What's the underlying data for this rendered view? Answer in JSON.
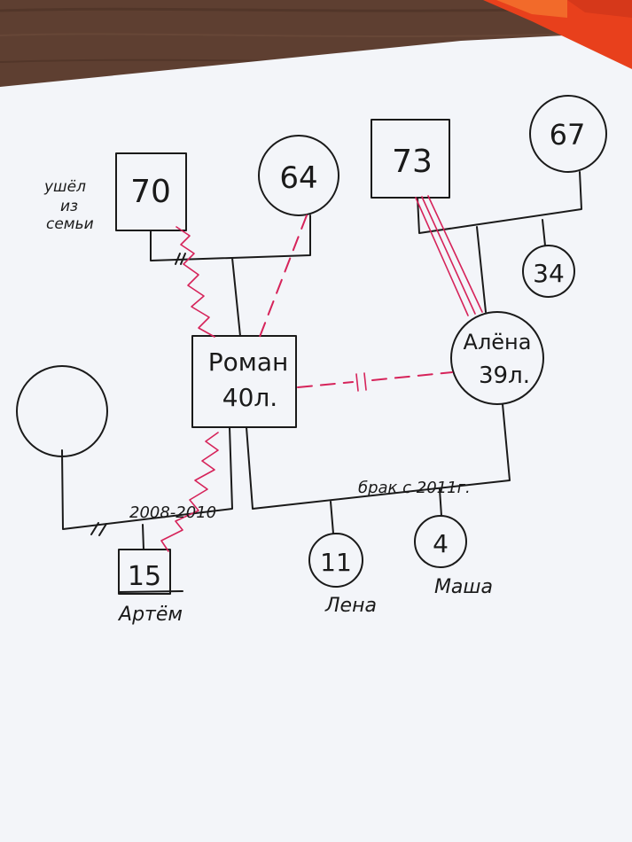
{
  "labels": {
    "left_note": [
      "ушёл",
      "из",
      "семьи"
    ],
    "divorce_years": "2008-2010",
    "marriage": "брак с 2011г."
  },
  "people": {
    "father_age": "70",
    "mother_age": "64",
    "wife_father_age": "73",
    "wife_mother_age": "67",
    "wife_sibling_age": "34",
    "roman_name": "Роман",
    "roman_age": "40л.",
    "alena_name": "Алёна",
    "alena_age": "39л.",
    "artem_age": "15",
    "artem_name": "Артём",
    "lena_age": "11",
    "lena_name": "Лена",
    "masha_age": "4",
    "masha_name": "Маша"
  },
  "colors": {
    "ink": "#1a1a1a",
    "conflict": "#d6235a",
    "paper": "#f4f6fa",
    "desk": "#6b4a3a",
    "marker": "#e8401c"
  }
}
